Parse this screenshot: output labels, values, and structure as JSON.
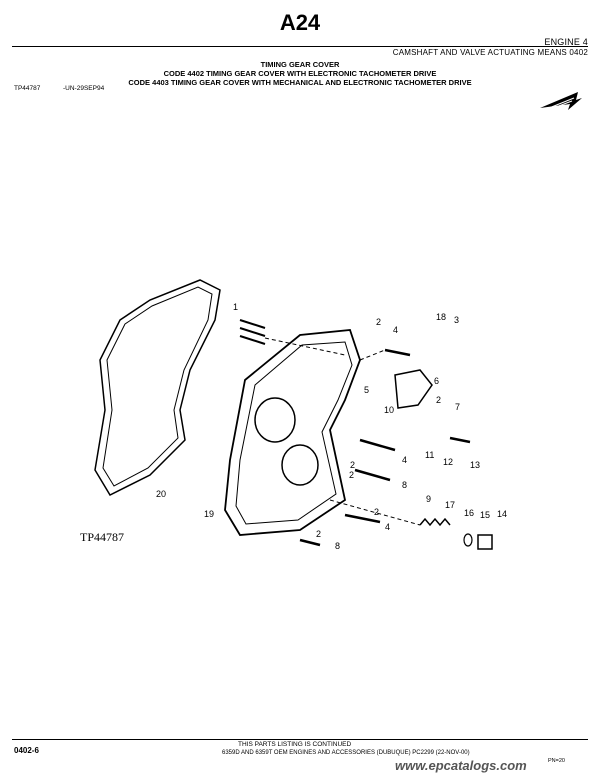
{
  "header": {
    "page_title": "A24",
    "section": "ENGINE    4",
    "subsection": "CAMSHAFT AND VALVE ACTUATING MEANS  0402",
    "title_lines": [
      "TIMING GEAR COVER",
      "CODE 4402      TIMING GEAR COVER WITH ELECTRONIC TACHOMETER DRIVE",
      "CODE 4403      TIMING GEAR COVER WITH MECHANICAL AND ELECTRONIC TACHOMETER DRIVE"
    ],
    "image_ref": "TP44787",
    "image_date": "-UN-29SEP94"
  },
  "diagram": {
    "label": "TP44787",
    "callouts": [
      "1",
      "2",
      "4",
      "18",
      "3",
      "5",
      "6",
      "2",
      "7",
      "10",
      "11",
      "12",
      "13",
      "2",
      "4",
      "2",
      "8",
      "9",
      "17",
      "16",
      "15",
      "14",
      "19",
      "2",
      "4",
      "2",
      "8",
      "20"
    ]
  },
  "footer": {
    "page_number": "0402-6",
    "continued": "THIS PARTS LISTING IS CONTINUED",
    "catalog_line": "6359D AND 6359T OEM ENGINES AND ACCESSORIES (DUBUQUE)   PC2299    (22-NOV-00)",
    "pn": "PN=20",
    "watermark": "www.epcatalogs.com"
  }
}
